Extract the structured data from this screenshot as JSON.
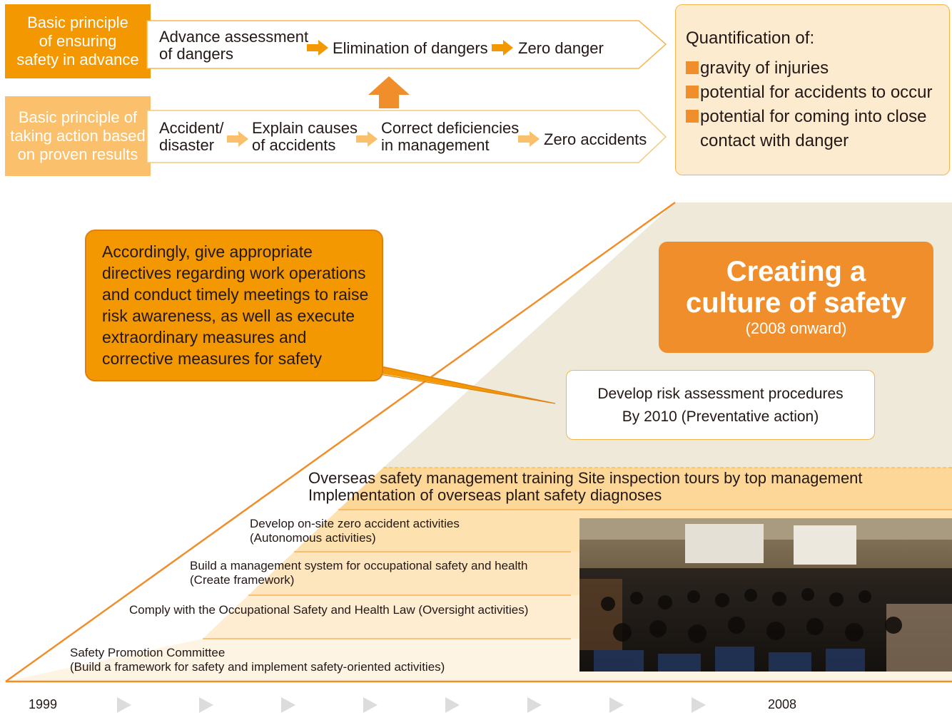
{
  "principles": {
    "advance_label": "Basic principle\nof ensuring\nsafety in advance",
    "advance_steps": [
      "Advance assessment\nof dangers",
      "Elimination of dangers",
      "Zero danger"
    ],
    "results_label": "Basic principle of\ntaking action based\non proven results",
    "results_steps": [
      "Accident/\ndisaster",
      "Explain causes\nof accidents",
      "Correct deficiencies\nin management",
      "Zero accidents"
    ]
  },
  "quantification": {
    "title": "Quantification of:",
    "items": [
      "gravity of injuries",
      "potential for accidents to occur",
      "potential for coming into close\ncontact with danger"
    ]
  },
  "callout": "Accordingly, give appropriate directives regarding work operations and conduct timely meetings to raise risk awareness, as well as execute extraordinary measures and corrective measures for safety",
  "culture": {
    "title": "Creating a\nculture of safety",
    "subtitle": "(2008 onward)"
  },
  "risk_box": "Develop risk assessment procedures\nBy 2010 (Preventative action)",
  "tiers": [
    "Overseas safety management training   Site inspection tours by top management\nImplementation of overseas plant safety diagnoses",
    "Develop on-site zero accident activities\n(Autonomous activities)",
    "Build a management system for occupational safety and health\n(Create framework)",
    "Comply with the Occupational Safety and Health Law (Oversight activities)",
    "Safety Promotion Committee\n(Build a framework for safety and implement safety-oriented activities)"
  ],
  "timeline": {
    "start": "1999",
    "end": "2008",
    "arrow_icon": "triangle-right-icon",
    "arrow_count": 8
  },
  "photo": {
    "icon": "seminar-photo"
  },
  "colors": {
    "orange": "#f39800",
    "dark_orange": "#eb7a1f",
    "light_orange": "#fbc06b",
    "cream": "#fdebd0",
    "beige": "#efe9da"
  }
}
